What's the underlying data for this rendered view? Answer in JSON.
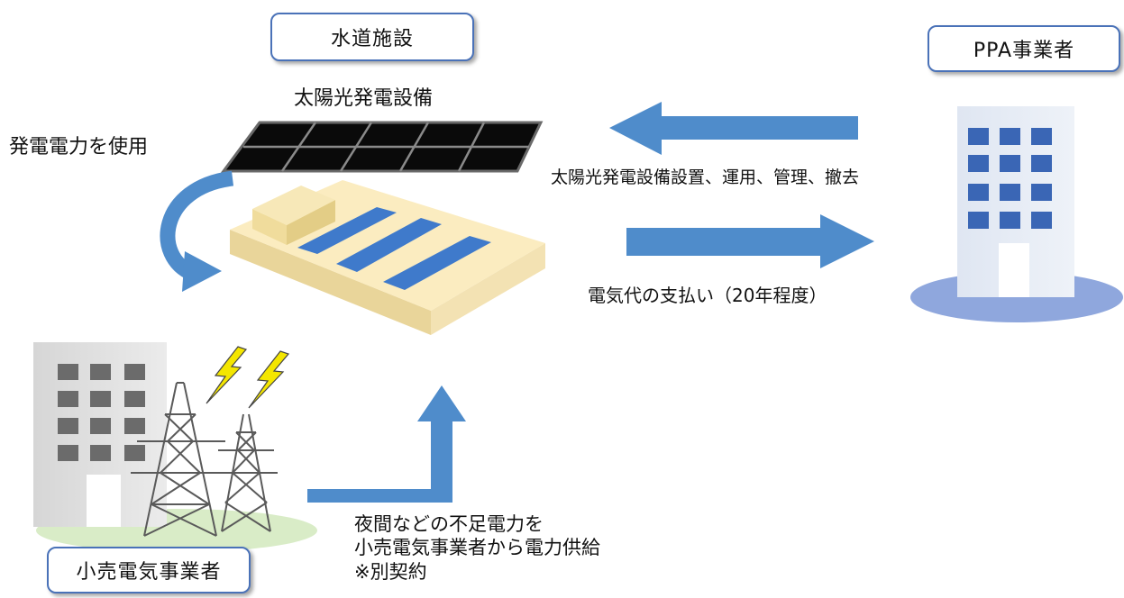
{
  "boxes": {
    "water_facility": "水道施設",
    "ppa_provider": "PPA事業者",
    "retail_provider": "小売電気事業者"
  },
  "labels": {
    "solar_equipment": "太陽光発電設備",
    "self_consumption": "発電電力を使用",
    "ppa_services": "太陽光発電設備設置、運用、管理、撤去",
    "payment": "電気代の支払い（20年程度）",
    "supply_line1": "夜間などの不足電力を",
    "supply_line2": "小売電気事業者から電力供給",
    "supply_line3": "※別契約"
  },
  "icons": {
    "solar_panel": "solar-panel-icon",
    "facility": "water-facility-building-icon",
    "ppa_building": "office-building-icon",
    "retail_building": "office-building-icon",
    "pylon": "transmission-tower-icon",
    "lightning": "lightning-bolt-icon"
  },
  "colors": {
    "arrow": "#4f8ccb",
    "box_border": "#4a72b8",
    "facility_fill": "#fbe9b6",
    "building_gray": "#e0e0e0",
    "window_dark": "#6b6b6b",
    "window_blue": "#3a66b5",
    "lightning": "#f4e600",
    "ground_green": "#d9ecc7",
    "ground_blue": "#8fa7dd"
  }
}
